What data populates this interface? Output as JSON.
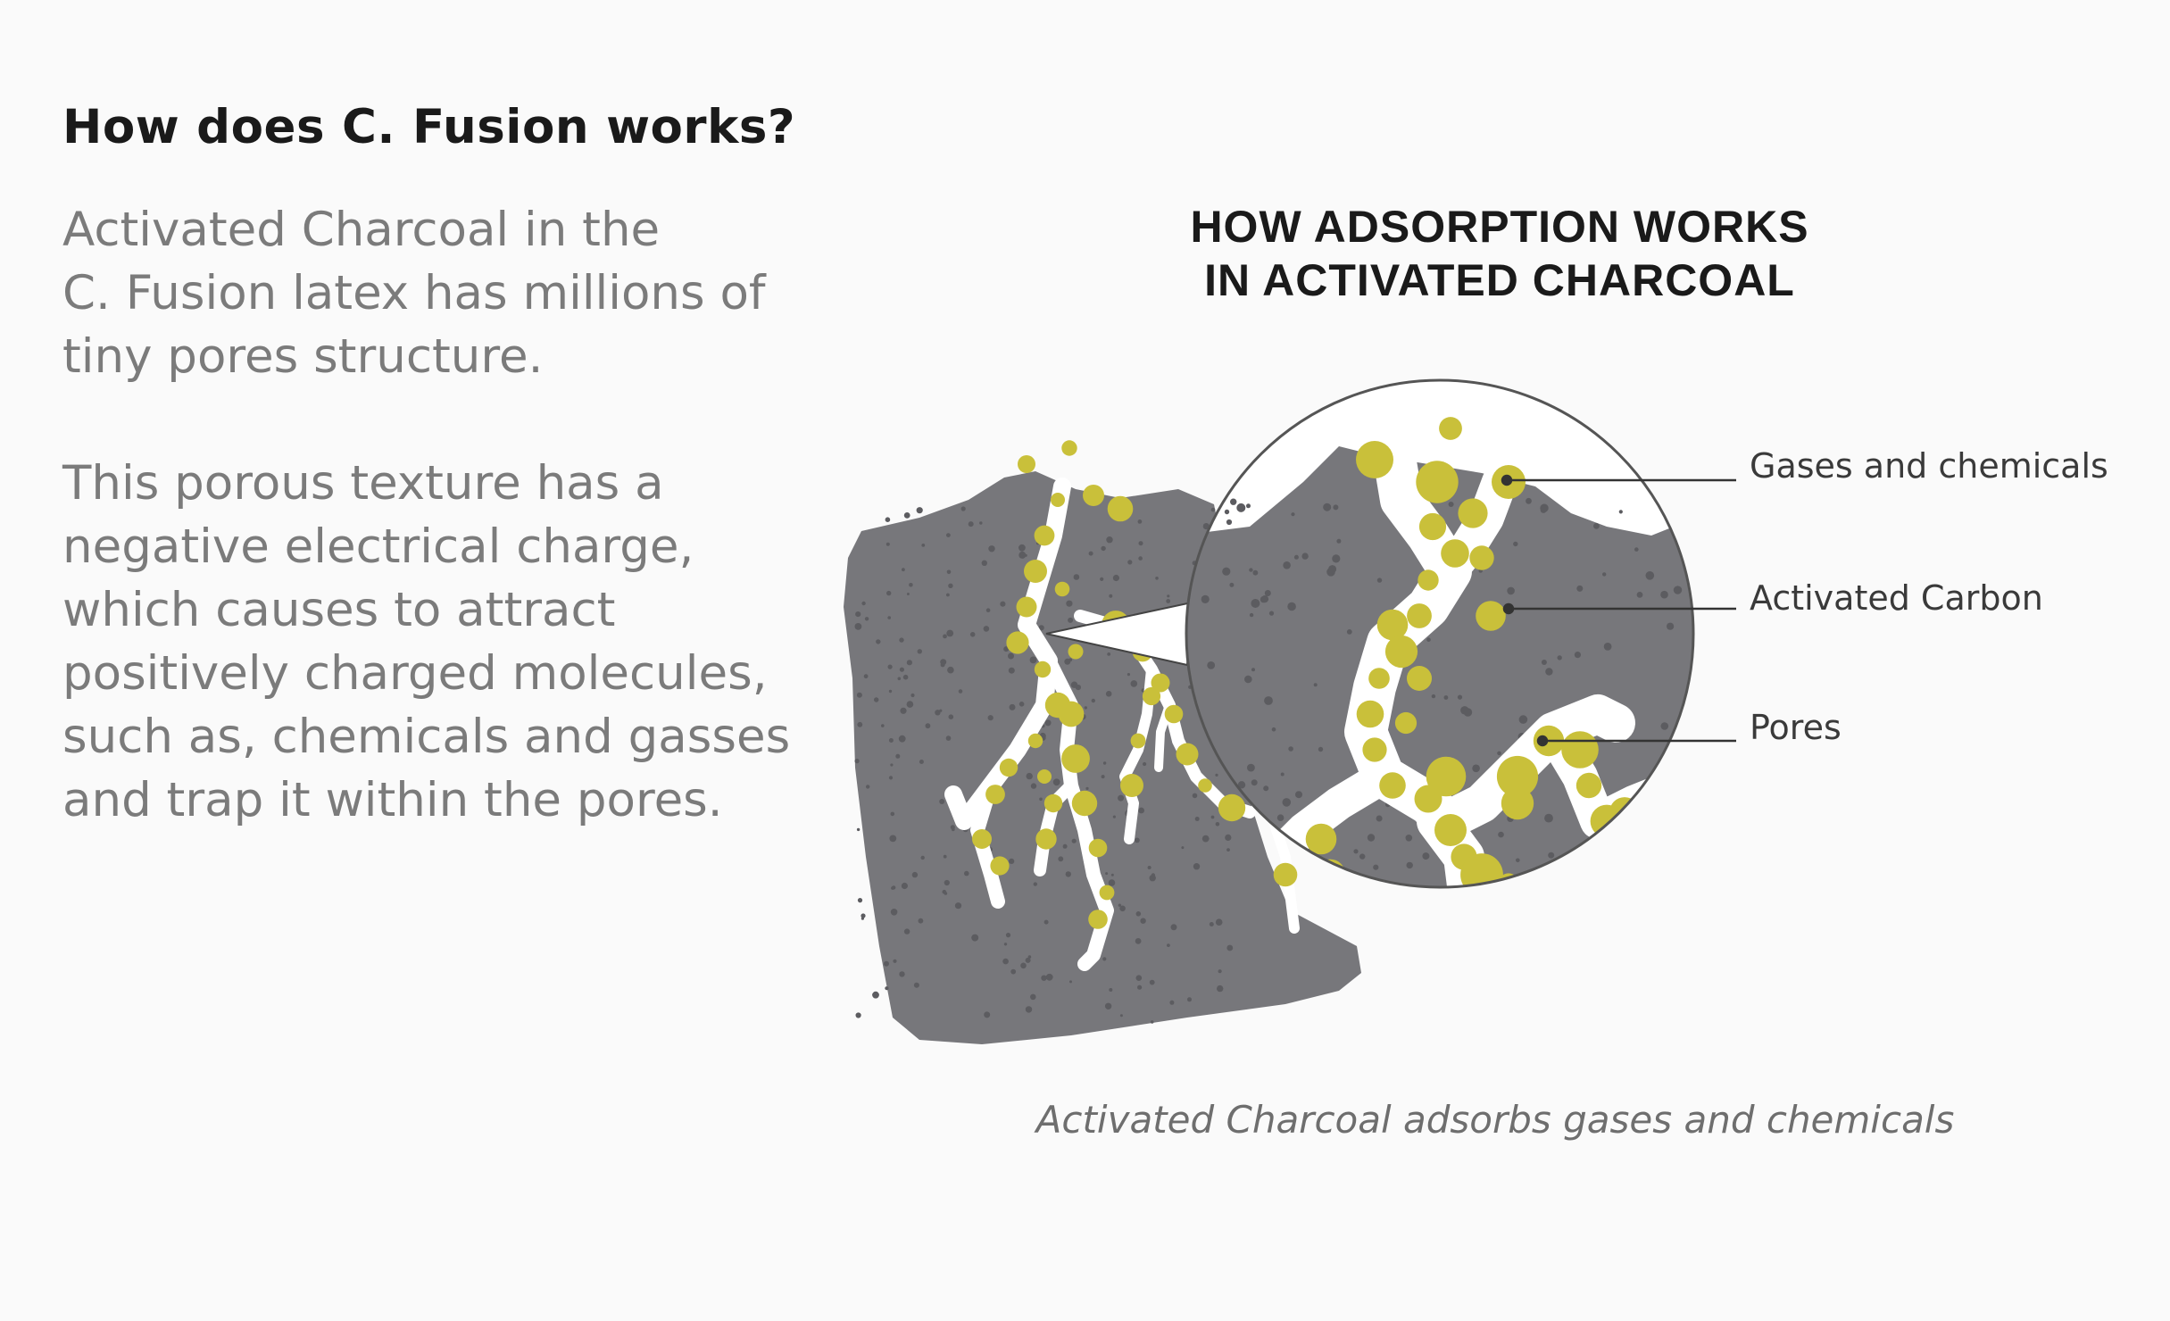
{
  "heading": "How does C. Fusion works?",
  "paragraph1": {
    "lines": [
      "Activated Charcoal in the",
      "C. Fusion latex has millions of",
      "tiny pores structure."
    ]
  },
  "paragraph2": {
    "lines": [
      "This porous texture has a",
      "negative electrical charge,",
      "which causes to attract",
      "positively charged molecules,",
      "such as, chemicals and gasses",
      "and trap it within the pores."
    ]
  },
  "diagram": {
    "title_lines": [
      "HOW ADSORPTION WORKS",
      "IN ACTIVATED CHARCOAL"
    ],
    "labels": {
      "gases": "Gases and chemicals",
      "carbon": "Activated Carbon",
      "pores": "Pores"
    },
    "caption": "Activated Charcoal adsorbs gases and chemicals",
    "colors": {
      "carbon": "#77777b",
      "carbon_dots": "#5c5c60",
      "pore": "#ffffff",
      "particle": "#c9c03a",
      "leader": "#333333"
    }
  }
}
